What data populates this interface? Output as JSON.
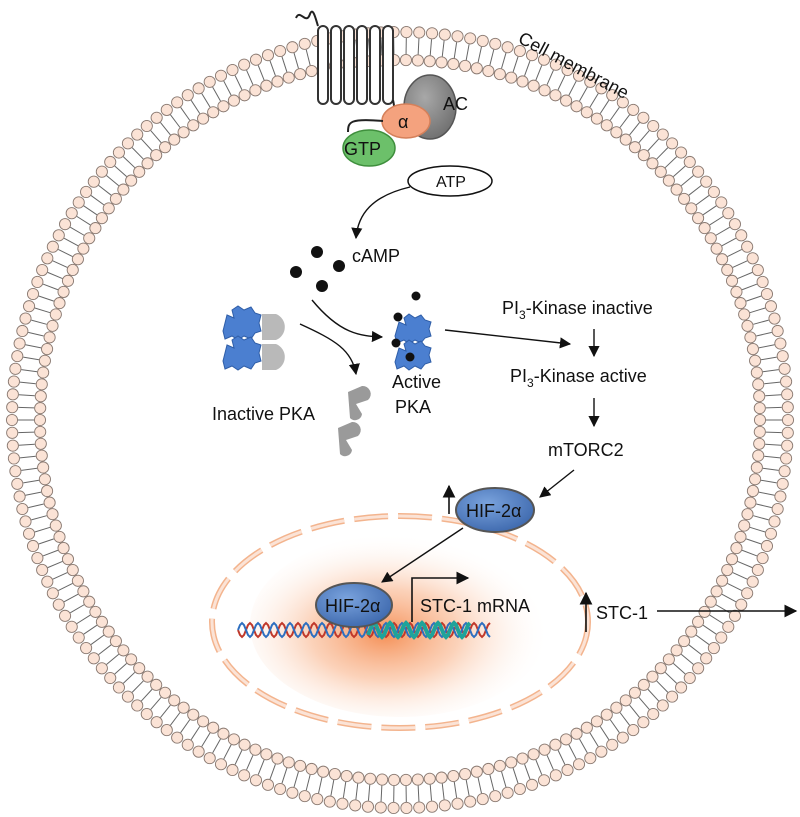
{
  "labels": {
    "cell_membrane": "Cell membrane",
    "ac": "AC",
    "alpha": "α",
    "gtp": "GTP",
    "atp": "ATP",
    "camp": "cAMP",
    "inactive_pka": "Inactive PKA",
    "active_pka_line1": "Active",
    "active_pka_line2": "PKA",
    "pi3k_inactive_prefix": "PI",
    "pi3k_inactive_sub": "3",
    "pi3k_inactive_suffix": "-Kinase inactive",
    "pi3k_active_prefix": "PI",
    "pi3k_active_sub": "3",
    "pi3k_active_suffix": "-Kinase active",
    "mtorc2": "mTORC2",
    "hif_cyto": "HIF-2α",
    "hif_nucleus": "HIF-2α",
    "stc1_mrna": "STC-1 mRNA",
    "stc1": "STC-1"
  },
  "colors": {
    "alpha_subunit": "#f4a27e",
    "ac": "#8c8c8c",
    "gtp": "#6cc06a",
    "hif": "#4f7fc4",
    "pka": "#4b7fd0",
    "nucleus_glow": "#f6a26f",
    "lipid_head": "#fbe3d6"
  }
}
